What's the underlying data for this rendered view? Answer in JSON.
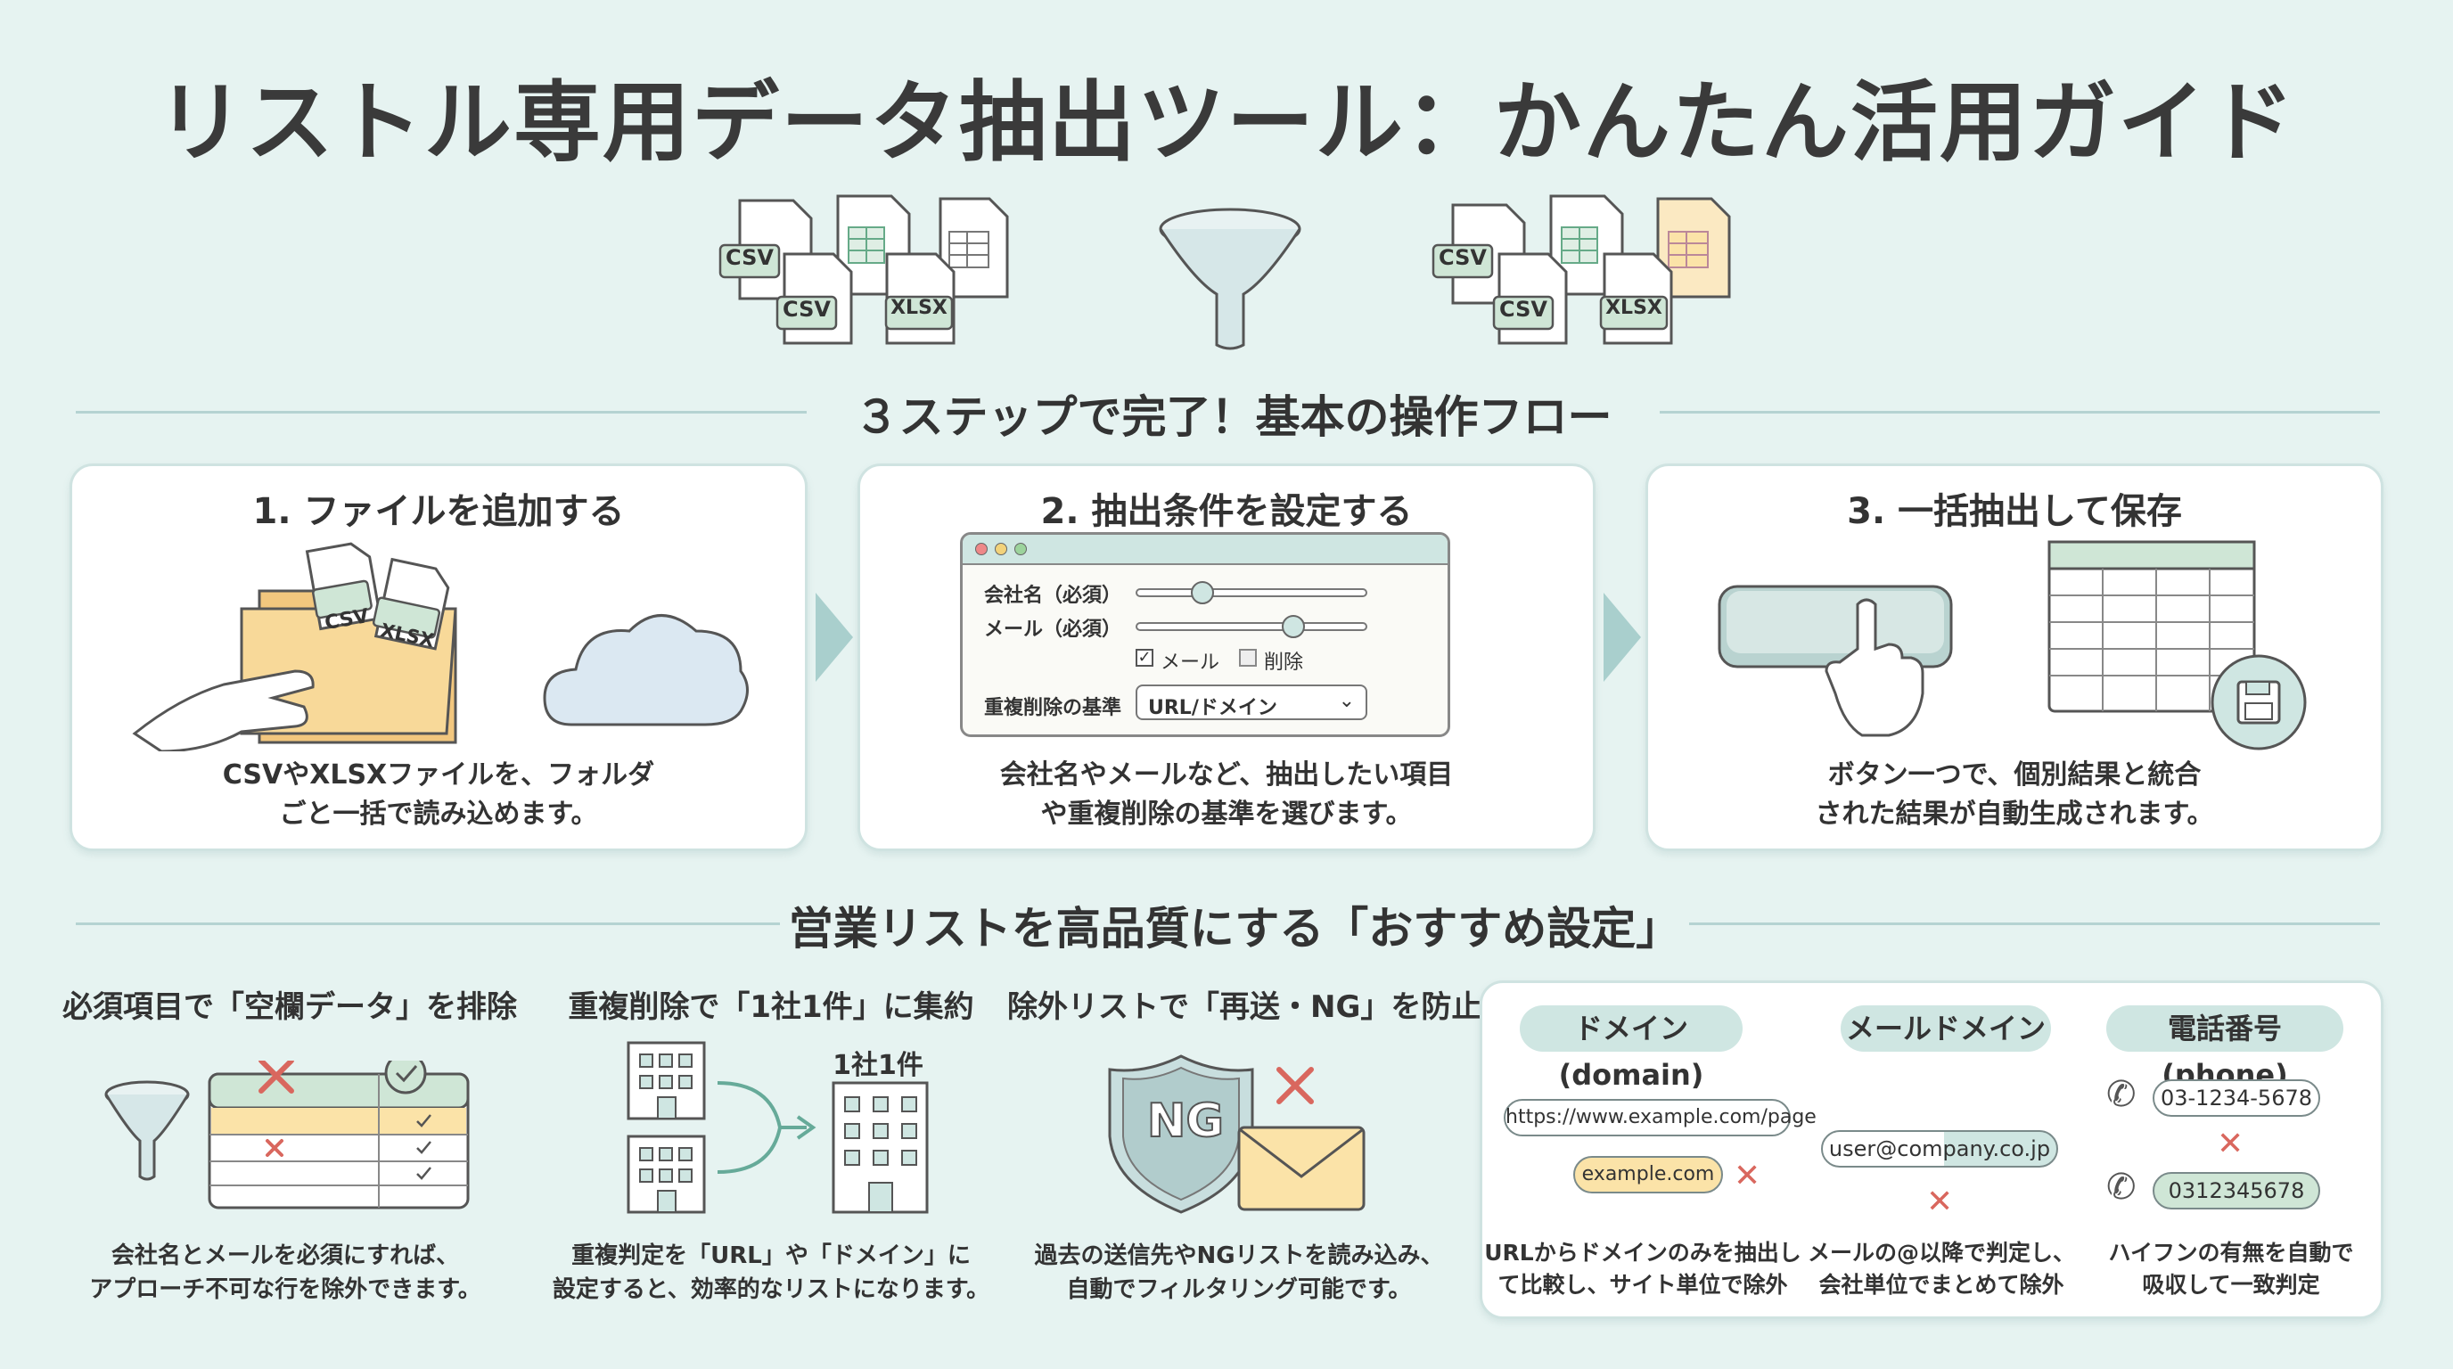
{
  "title": "リストル専用データ抽出ツール：かんたん活用ガイド",
  "header_icons": {
    "left_files": [
      "CSV",
      "CSV",
      "XLSX"
    ],
    "right_files": [
      "CSV",
      "CSV",
      "XLSX"
    ]
  },
  "steps_section": {
    "heading": "３ステップで完了！基本の操作フロー",
    "steps": [
      {
        "title": "1. ファイルを追加する",
        "desc_line1": "CSVやXLSXファイルを、フォルダ",
        "desc_line2": "ごと一括で読み込めます。",
        "file_labels": [
          "CSV",
          "XLSX"
        ]
      },
      {
        "title": "2. 抽出条件を設定する",
        "desc_line1": "会社名やメールなど、抽出したい項目",
        "desc_line2": "や重複削除の基準を選びます。"
      },
      {
        "title": "3. 一括抽出して保存",
        "desc_line1": "ボタン一つで、個別結果と統合",
        "desc_line2": "された結果が自動生成されます。"
      }
    ],
    "settings_window": {
      "company_label": "会社名（必須）",
      "email_label": "メール（必須）",
      "checkbox_mail": "メール",
      "checkbox_delete": "削除",
      "dedupe_label": "重複削除の基準",
      "dedupe_value": "URL/ドメイン"
    }
  },
  "quality_section": {
    "heading": "営業リストを高品質にする「おすすめ設定」",
    "items": [
      {
        "title": "必須項目で「空欄データ」を排除",
        "desc_line1": "会社名とメールを必須にすれば、",
        "desc_line2": "アプローチ不可な行を除外できます。"
      },
      {
        "title": "重複削除で「1社1件」に集約",
        "desc_line1": "重複判定を「URL」や「ドメイン」に",
        "desc_line2": "設定すると、効率的なリストになります。",
        "badge": "1社1件"
      },
      {
        "title": "除外リストで「再送・NG」を防止",
        "desc_line1": "過去の送信先やNGリストを読み込み、",
        "desc_line2": "自動でフィルタリング可能です。",
        "shield_text": "NG"
      }
    ],
    "dedupe_panel": {
      "columns": [
        {
          "pill": "ドメイン (domain)",
          "chip1": "https://www.example.com/page",
          "chip2": "example.com",
          "desc_line1": "URLからドメインのみを抽出し",
          "desc_line2": "て比較し、サイト単位で除外"
        },
        {
          "pill": "メールドメイン",
          "chip1": "user@company.co.jp",
          "desc_line1": "メールの@以降で判定し、",
          "desc_line2": "会社単位でまとめて除外"
        },
        {
          "pill": "電話番号 (phone)",
          "chip1": "03-1234-5678",
          "chip2": "0312345678",
          "desc_line1": "ハイフンの有無を自動で",
          "desc_line2": "吸収して一致判定"
        }
      ]
    }
  },
  "colors": {
    "background": "#e6f3f1",
    "accent_green": "#cfe6d6",
    "accent_yellow": "#fbe3a8",
    "cross_red": "#d9675e",
    "pill_teal": "#cfe6e2"
  }
}
